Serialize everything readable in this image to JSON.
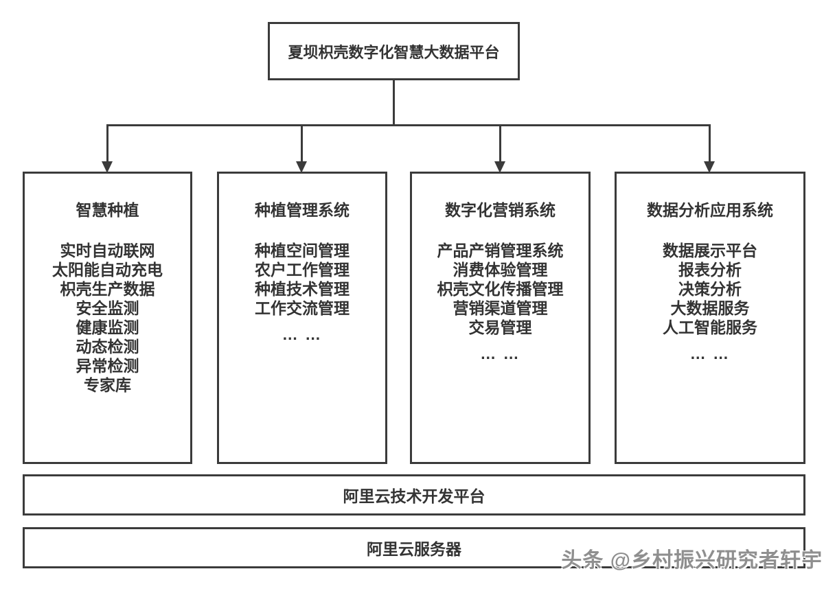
{
  "diagram": {
    "root_box": {
      "label": "夏坝枳壳数字化智慧大数据平台"
    },
    "columns": [
      {
        "title": "智慧种植",
        "items": [
          "实时自动联网",
          "太阳能自动充电",
          "枳壳生产数据",
          "安全监测",
          "健康监测",
          "动态检测",
          "异常检测",
          "专家库"
        ]
      },
      {
        "title": "种植管理系统",
        "items": [
          "种植空间管理",
          "农户工作管理",
          "种植技术管理",
          "工作交流管理"
        ],
        "more": "… …"
      },
      {
        "title": "数字化营销系统",
        "items": [
          "产品产销管理系统",
          "消费体验管理",
          "枳壳文化传播管理",
          "营销渠道管理",
          "交易管理"
        ],
        "more": "… …"
      },
      {
        "title": "数据分析应用系统",
        "items": [
          "数据展示平台",
          "报表分析",
          "决策分析",
          "大数据服务",
          "人工智能服务"
        ],
        "more": "… …"
      }
    ],
    "bars": [
      {
        "label": "阿里云技术开发平台"
      },
      {
        "label": "阿里云服务器"
      }
    ],
    "watermark": {
      "text": "头条 @乡村振兴研究者轩宇"
    },
    "colors": {
      "line": "#3b3b3b",
      "text": "#333333",
      "watermark_gray": "#8f8f8f",
      "background": "#ffffff"
    }
  }
}
